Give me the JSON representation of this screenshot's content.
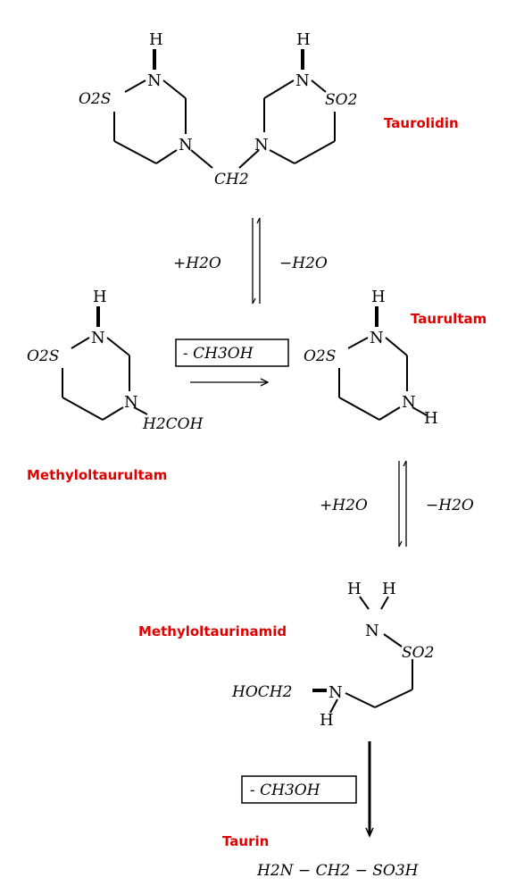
{
  "compounds": {
    "taurolidin": "Taurolidin",
    "taurultam": "Taurultam",
    "methyloltaurultam": "Methyloltaurultam",
    "methyloltaurinamid": "Methyloltaurinamid",
    "taurin": "Taurin"
  },
  "reactions": {
    "hydrolysis_1": "+H2O",
    "condensation_1": "−H2O",
    "hydrolysis_2": "+H2O",
    "condensation_2": "−H2O",
    "methanol_loss_1": "- CH3OH",
    "methanol_loss_2": "- CH3OH"
  },
  "atoms": {
    "n": "N",
    "h": "H",
    "o2s": "O2S",
    "so2": "SO2",
    "ch2": "CH2",
    "h2coh": "H2COH",
    "hoch2": "HOCH2",
    "taurin_formula": "H2N − CH2 − SO3H"
  },
  "colors": {
    "label": "#e00000",
    "structure": "#000000",
    "background": "#ffffff"
  }
}
